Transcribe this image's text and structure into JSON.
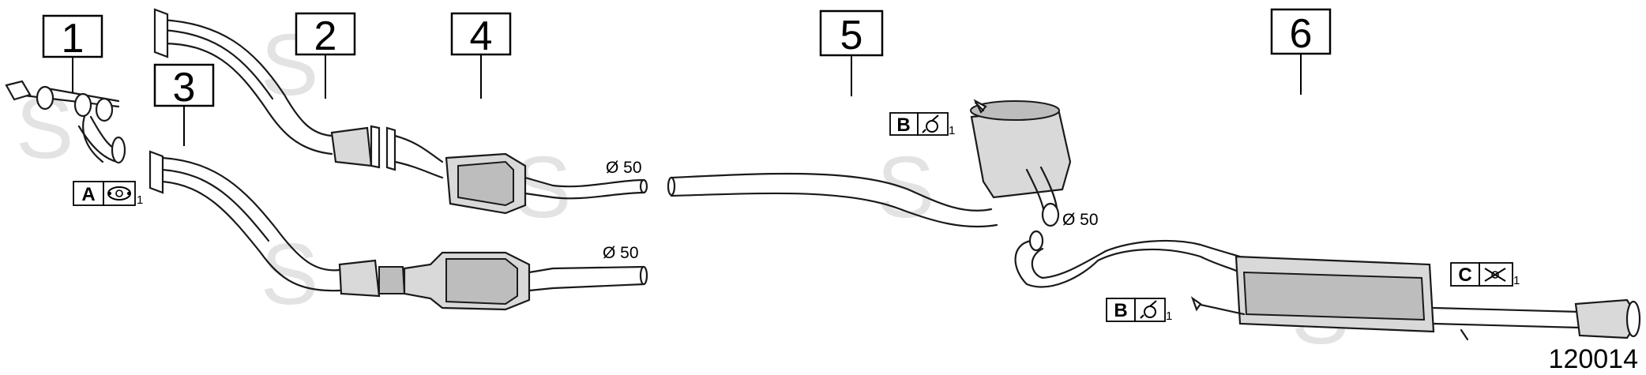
{
  "watermark": "S",
  "drawing_number": "120014",
  "parts": [
    {
      "id": "1"
    },
    {
      "id": "2"
    },
    {
      "id": "3"
    },
    {
      "id": "4"
    },
    {
      "id": "5"
    },
    {
      "id": "6"
    }
  ],
  "diameters": {
    "pipe_2_outlet": "Ø 50",
    "pipe_3_outlet": "Ø 50",
    "middle_silencer_outlet": "Ø 50"
  },
  "refs": {
    "gasket": {
      "letter": "A",
      "qty": "1",
      "icon": "gasket-icon"
    },
    "hanger_mid": {
      "letter": "B",
      "qty": "1",
      "icon": "rubber-hanger-icon"
    },
    "hanger_rear": {
      "letter": "B",
      "qty": "1",
      "icon": "rubber-hanger-icon"
    },
    "clamp": {
      "letter": "C",
      "qty": "1",
      "icon": "clamp-icon"
    }
  }
}
